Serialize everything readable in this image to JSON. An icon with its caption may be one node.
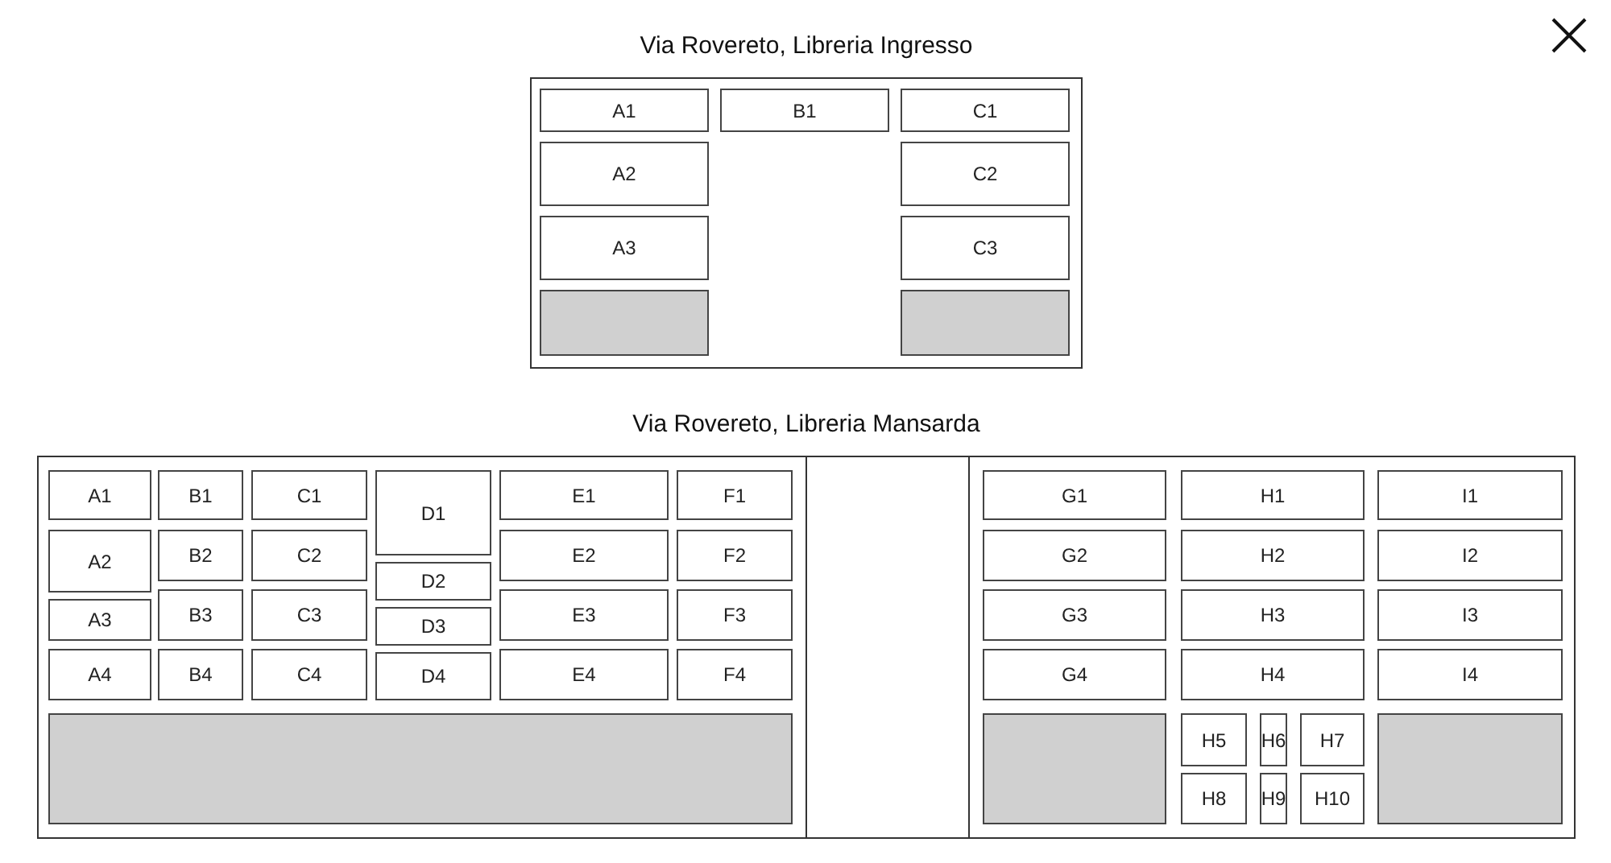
{
  "diagram": {
    "nodes": [
      {
        "text": [
          "Via Rovereto, Libreria Ingresso"
        ]
      },
      {
        "text": [
          "A1"
        ],
        "in": 0
      },
      {
        "text": [
          "B1"
        ],
        "in": 0
      },
      {
        "text": [
          "C1"
        ],
        "in": 0
      },
      {
        "text": [
          "A2"
        ],
        "in": 0
      },
      {
        "text": [
          "C2"
        ],
        "in": 0
      },
      {
        "text": [
          "A3"
        ],
        "in": 0
      },
      {
        "text": [
          "C3"
        ],
        "in": 0
      },
      {
        "text": [],
        "shape": "box",
        "in": 0
      },
      {
        "text": [],
        "shape": "box",
        "in": 0
      },
      {
        "text": [
          "Via Rovereto, Libreria Mansarda"
        ]
      },
      {
        "text": [],
        "shape": "box",
        "in": 10
      },
      {
        "text": [
          "A1"
        ],
        "in": 10
      },
      {
        "text": [
          "B1"
        ],
        "in": 10
      },
      {
        "text": [
          "C1"
        ],
        "in": 10
      },
      {
        "text": [
          "D1"
        ],
        "in": 10
      },
      {
        "text": [
          "E1"
        ],
        "in": 10
      },
      {
        "text": [
          "F1"
        ],
        "in": 10
      },
      {
        "text": [
          "G1"
        ],
        "in": 10
      },
      {
        "text": [
          "H1"
        ],
        "in": 10
      },
      {
        "text": [
          "I1"
        ],
        "in": 10
      },
      {
        "text": [
          "A2"
        ],
        "in": 10
      },
      {
        "text": [
          "B2"
        ],
        "in": 10
      },
      {
        "text": [
          "C2"
        ],
        "in": 10
      },
      {
        "text": [
          "E2"
        ],
        "in": 10
      },
      {
        "text": [
          "F2"
        ],
        "in": 10
      },
      {
        "text": [
          "G2"
        ],
        "in": 10
      },
      {
        "text": [
          "H2"
        ],
        "in": 10
      },
      {
        "text": [
          "I2"
        ],
        "in": 10
      },
      {
        "text": [
          "D2"
        ],
        "in": 10
      },
      {
        "text": [
          "A3"
        ],
        "in": 10
      },
      {
        "text": [
          "B3"
        ],
        "in": 10
      },
      {
        "text": [
          "C3"
        ],
        "in": 10
      },
      {
        "text": [
          "D3"
        ],
        "in": 10
      },
      {
        "text": [
          "E3"
        ],
        "in": 10
      },
      {
        "text": [
          "F3"
        ],
        "in": 10
      },
      {
        "text": [
          "G3"
        ],
        "in": 10
      },
      {
        "text": [
          "H3"
        ],
        "in": 10
      },
      {
        "text": [
          "I3"
        ],
        "in": 10
      },
      {
        "text": [
          "A4"
        ],
        "in": 10
      },
      {
        "text": [
          "B4"
        ],
        "in": 10
      },
      {
        "text": [
          "C4"
        ],
        "in": 10
      },
      {
        "text": [
          "D4"
        ],
        "in": 10
      },
      {
        "text": [
          "E4"
        ],
        "in": 10
      },
      {
        "text": [
          "F4"
        ],
        "in": 10
      },
      {
        "text": [
          "G4"
        ],
        "in": 10
      },
      {
        "text": [
          "H4"
        ],
        "in": 10
      },
      {
        "text": [
          "I4"
        ],
        "in": 10
      },
      {
        "text": [],
        "shape": "box",
        "in": 10
      },
      {
        "text": [],
        "shape": "box",
        "in": 10
      },
      {
        "text": [
          "H5"
        ],
        "in": 10
      },
      {
        "text": [
          "H6"
        ],
        "in": 10
      },
      {
        "text": [
          "H7"
        ],
        "in": 10
      },
      {
        "text": [],
        "shape": "box",
        "in": 10
      },
      {
        "text": [
          "H8"
        ],
        "in": 10
      },
      {
        "text": [
          "H9"
        ],
        "in": 10
      },
      {
        "text": [
          "H10"
        ],
        "in": 10
      }
    ],
    "edges": []
  }
}
